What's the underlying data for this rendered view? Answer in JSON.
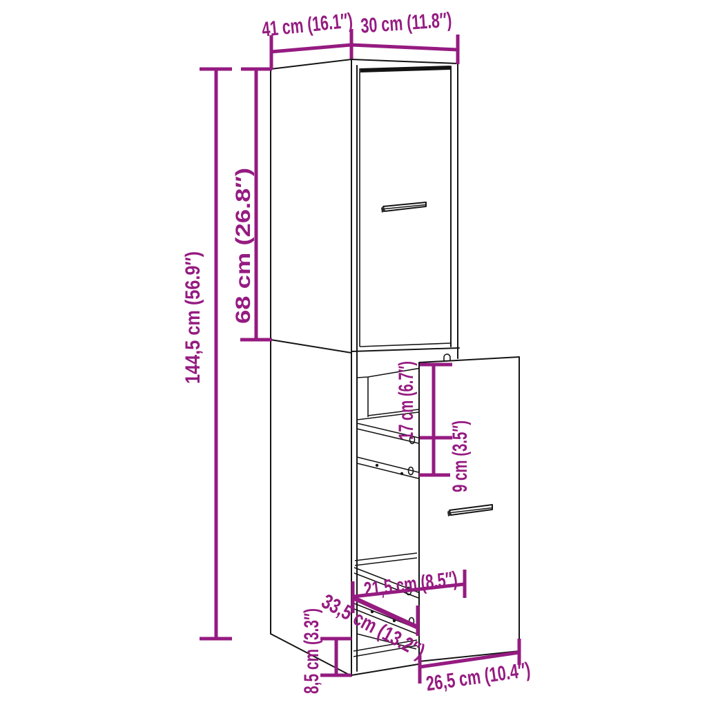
{
  "diagram": {
    "title": "apothecary-cabinet-dimension-drawing",
    "colors": {
      "dimension": "#951b81",
      "outline": "#141414",
      "background": "#ffffff"
    },
    "labels": {
      "width_top": "41 cm (16.1″)",
      "depth_top": "30 cm (11.8″)",
      "door_height": "68 cm (26.8″)",
      "total_height": "144,5 cm (56.9″)",
      "opening_height": "17 cm (6.7″)",
      "drawer_offset": "9 cm (3.5″)",
      "inner_width": "21,5 cm (8.5″)",
      "pullout_depth": "33,5 cm (13.2″)",
      "plinth_height": "8,5 cm (3.3″)",
      "drawer_width": "26,5 cm (10.4″)"
    }
  }
}
